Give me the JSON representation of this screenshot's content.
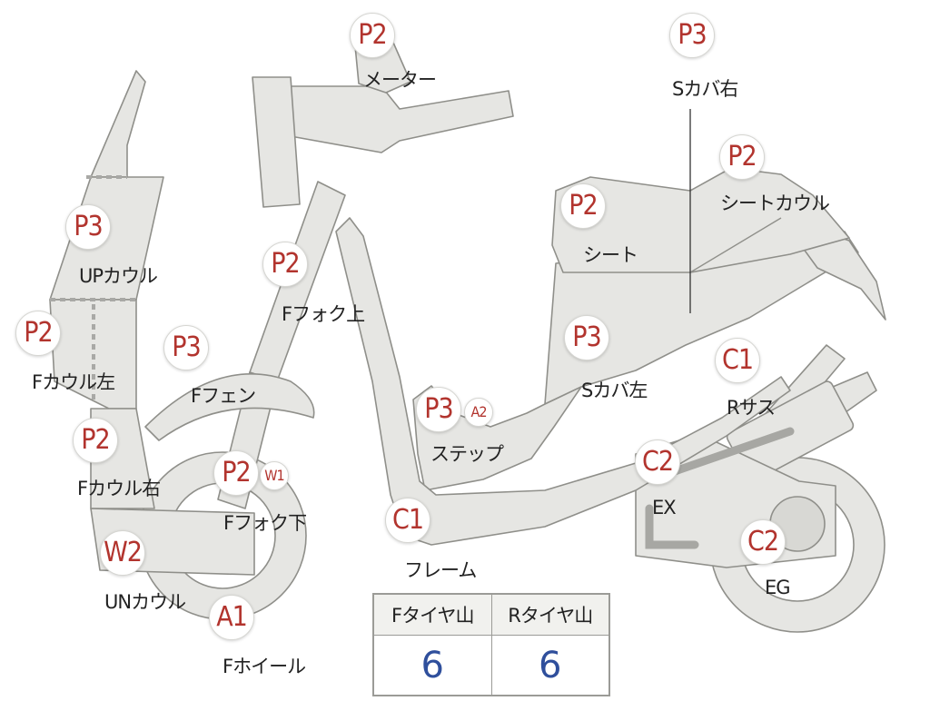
{
  "parts": [
    {
      "id": "meter",
      "code": "P2",
      "label": "メーター"
    },
    {
      "id": "s-cover-right",
      "code": "P3",
      "label": "Sカバ右"
    },
    {
      "id": "seat-cowl",
      "code": "P2",
      "label": "シートカウル"
    },
    {
      "id": "seat",
      "code": "P2",
      "label": "シート"
    },
    {
      "id": "up-cowl",
      "code": "P3",
      "label": "UPカウル"
    },
    {
      "id": "f-fork-upper",
      "code": "P2",
      "label": "Fフォク上"
    },
    {
      "id": "f-cowl-left",
      "code": "P2",
      "label": "Fカウル左"
    },
    {
      "id": "f-fender",
      "code": "P3",
      "label": "Fフェン"
    },
    {
      "id": "s-cover-left",
      "code": "P3",
      "label": "Sカバ左"
    },
    {
      "id": "r-suspension",
      "code": "C1",
      "label": "Rサス"
    },
    {
      "id": "step",
      "code": "P3",
      "extra": "A2",
      "label": "ステップ"
    },
    {
      "id": "f-cowl-right",
      "code": "P2",
      "label": "Fカウル右"
    },
    {
      "id": "f-fork-lower",
      "code": "P2",
      "extra": "W1",
      "label": "Fフォク下"
    },
    {
      "id": "exhaust",
      "code": "C2",
      "label": "EX"
    },
    {
      "id": "frame",
      "code": "C1",
      "label": "フレーム"
    },
    {
      "id": "engine",
      "code": "C2",
      "label": "EG"
    },
    {
      "id": "un-cowl",
      "code": "W2",
      "label": "UNカウル"
    },
    {
      "id": "f-wheel",
      "code": "A1",
      "label": "Fホイール"
    }
  ],
  "tire_table": {
    "headers": [
      "Fタイヤ山",
      "Rタイヤ山"
    ],
    "values": [
      "6",
      "6"
    ]
  },
  "colors": {
    "part_fill": "#e6e6e3",
    "part_outline": "#8f8f8a",
    "badge_text": "#b2342e",
    "table_value": "#2f4f9c"
  }
}
